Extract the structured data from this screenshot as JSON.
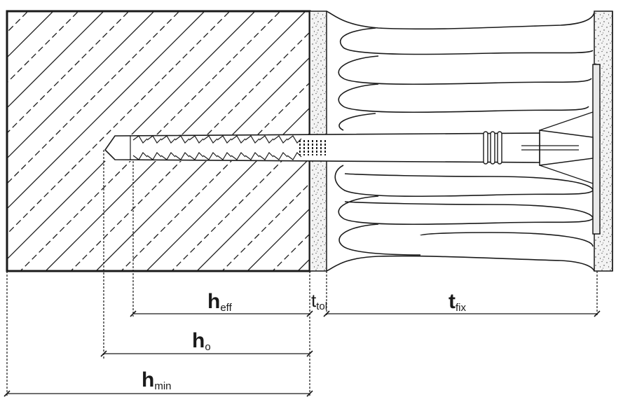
{
  "labels": {
    "h_eff": {
      "base": "h",
      "sub": "eff"
    },
    "t_tol": {
      "base": "t",
      "sub": "tol"
    },
    "t_fix": {
      "base": "t",
      "sub": "fix"
    },
    "h_o": {
      "base": "h",
      "sub": "o"
    },
    "h_min": {
      "base": "h",
      "sub": "min"
    }
  },
  "colors": {
    "line": "#1a1a1a",
    "background": "#ffffff"
  }
}
